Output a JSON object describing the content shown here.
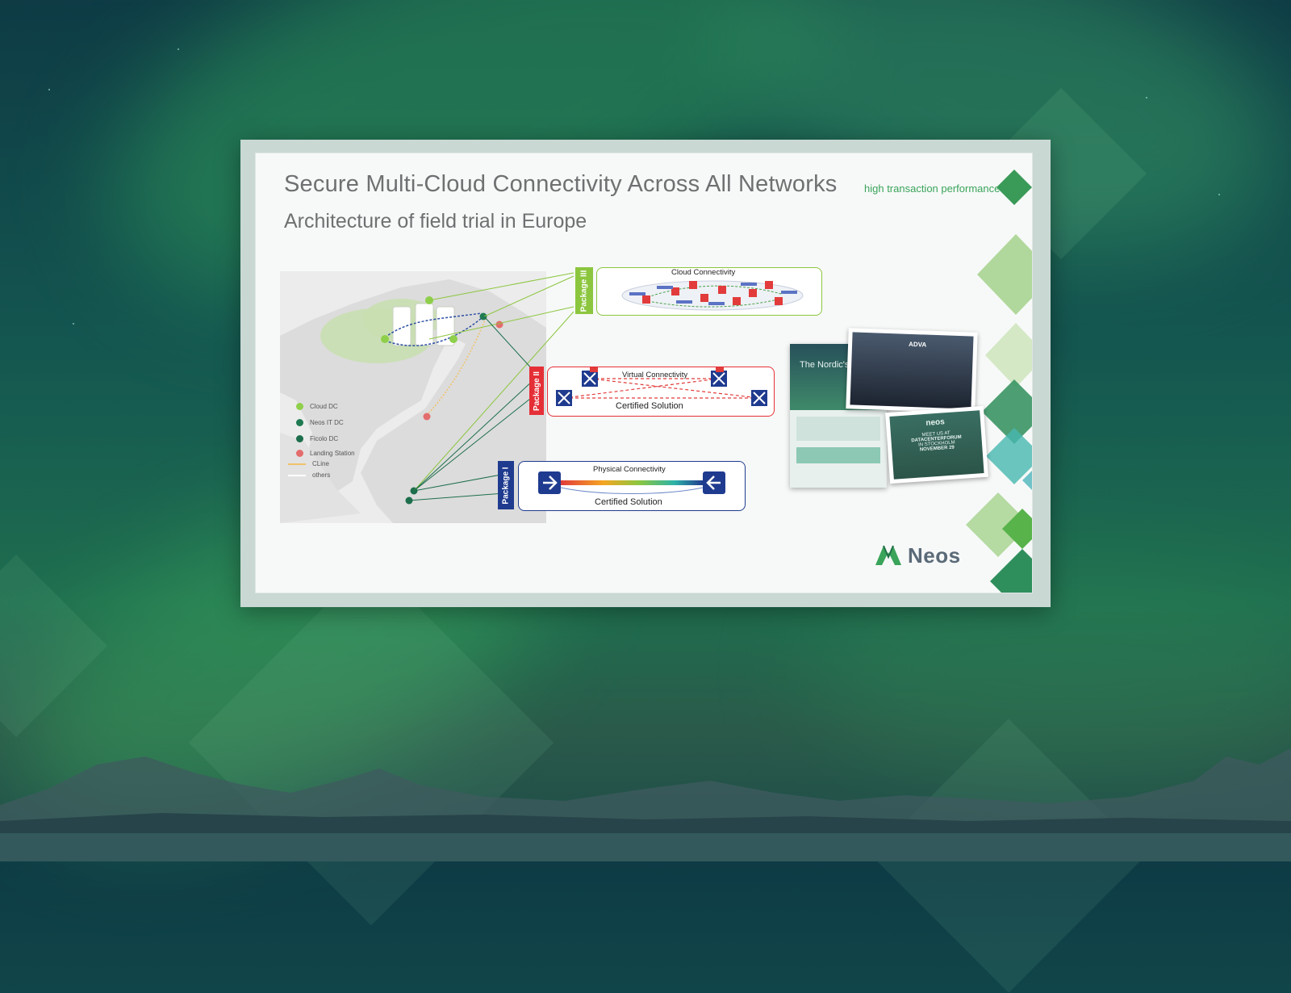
{
  "slide": {
    "title": "Secure Multi-Cloud Connectivity Across All Networks",
    "subtitle": "Architecture of field trial in Europe",
    "tagline": "high transaction performance"
  },
  "legend": [
    {
      "label": "Cloud DC",
      "color": "#8fcf4b"
    },
    {
      "label": "Neos IT DC",
      "color": "#1f7a52"
    },
    {
      "label": "Ficolo DC",
      "color": "#1d6e4c"
    },
    {
      "label": "Landing Station",
      "color": "#e46c6c"
    },
    {
      "label": "CLine",
      "color": "#f1c26a"
    },
    {
      "label": "others",
      "color": "#ffffff"
    }
  ],
  "packages": {
    "p3": {
      "tab": "Package III",
      "title": "Cloud Connectivity",
      "color": "#8cc63f"
    },
    "p2": {
      "tab": "Package II",
      "title": "Virtual Connectivity",
      "cert": "Certified Solution",
      "color": "#e52f36"
    },
    "p1": {
      "tab": "Package I",
      "title": "Physical Connectivity",
      "cert": "Certified Solution",
      "color": "#1f3b8f"
    }
  },
  "collage": {
    "poster_heading": "The Nordic's",
    "photo_banner": "ADVA",
    "event_brand": "neos",
    "event_lines": [
      "MEET US AT",
      "DATACENTERFORUM",
      "IN STOCKHOLM",
      "NOVEMBER 29"
    ]
  },
  "logo": {
    "text": "Neos"
  }
}
